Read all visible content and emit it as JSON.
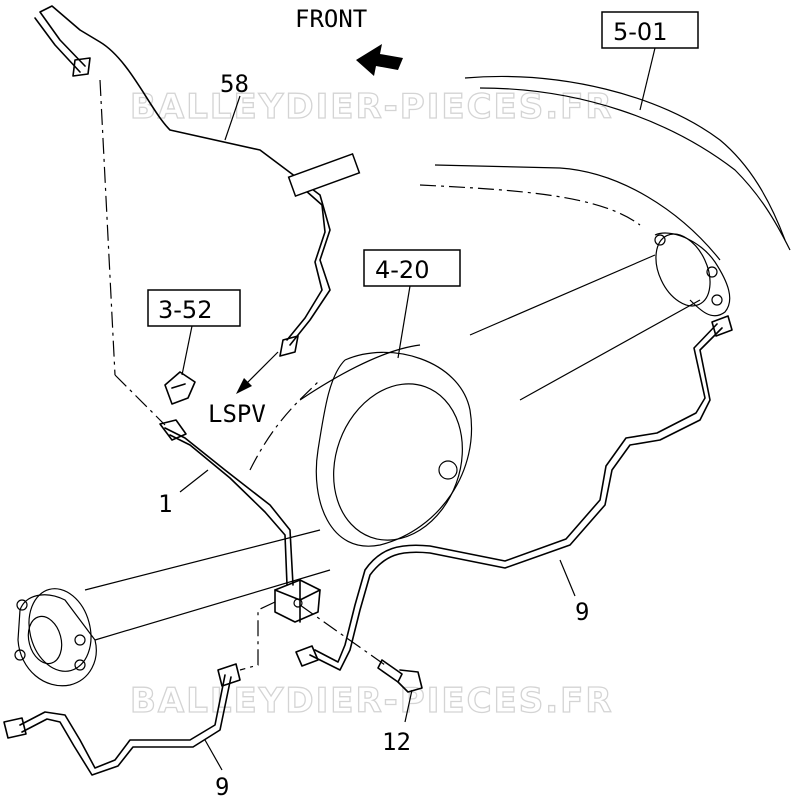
{
  "watermark": {
    "text_top": "BALLEYDIER-PIECES.FR",
    "text_bottom": "BALLEYDIER-PIECES.FR"
  },
  "direction": {
    "front_label": "FRONT",
    "lspv_label": "LSPV"
  },
  "ref_boxes": {
    "box_5_01": "5-01",
    "box_4_20": "4-20",
    "box_3_52": "3-52"
  },
  "callouts": {
    "part_58": "58",
    "part_1": "1",
    "part_9_right": "9",
    "part_9_bottom": "9",
    "part_12": "12"
  }
}
